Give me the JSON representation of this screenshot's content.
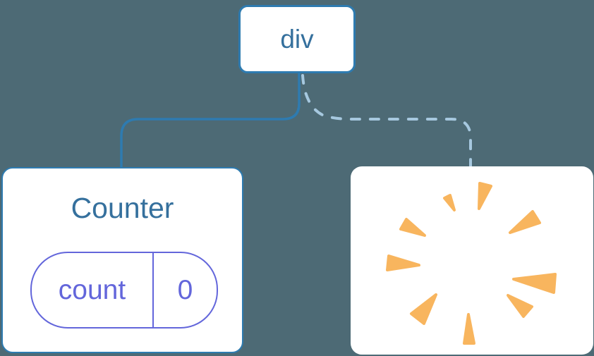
{
  "diagram": {
    "description": "React component tree: a div root keeps the Counter child (solid link) while a second child is removed with a poof burst (dashed link)",
    "background_color": "#4D6A75",
    "root_node": {
      "label": "div"
    },
    "counter_node": {
      "title": "Counter",
      "state_key": "count",
      "state_value": "0"
    },
    "removed_node": {
      "icon": "poof-starburst-icon"
    },
    "connectors": [
      {
        "style": "solid",
        "from": "div",
        "to": "Counter",
        "color": "#2E7BB0"
      },
      {
        "style": "dashed",
        "from": "div",
        "to": "removed-child",
        "color": "#A6C8DF"
      }
    ],
    "colors": {
      "node_border_blue": "#2E7BB0",
      "node_text_blue": "#35709D",
      "state_accent_indigo": "#6366DB",
      "poof_orange": "#F8B55E",
      "node_fill": "#FFFFFF",
      "background": "#4D6A75"
    }
  }
}
